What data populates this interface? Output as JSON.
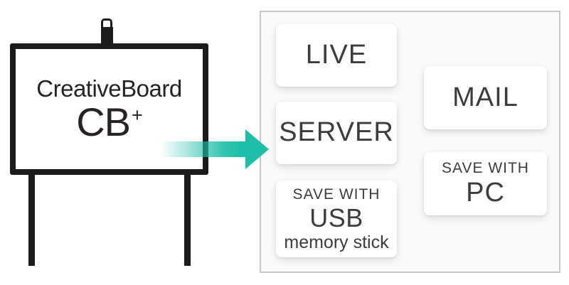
{
  "board": {
    "title": "CreativeBoard",
    "model": "CB",
    "model_superscript": "+"
  },
  "arrow": {
    "meaning": "output-flow",
    "color": "#1dbfa8"
  },
  "panel": {
    "buttons": {
      "live": {
        "label": "LIVE"
      },
      "server": {
        "label": "SERVER"
      },
      "save_usb": {
        "line1": "SAVE WITH",
        "line2": "USB",
        "line3": "memory stick"
      },
      "mail": {
        "label": "MAIL"
      },
      "save_pc": {
        "line1": "SAVE WITH",
        "line2": "PC"
      }
    }
  },
  "colors": {
    "accent_teal": "#1dbfa8",
    "ink": "#1c1c1c",
    "panel_border": "#c8c8c8",
    "card_text": "#3c3c3c"
  }
}
